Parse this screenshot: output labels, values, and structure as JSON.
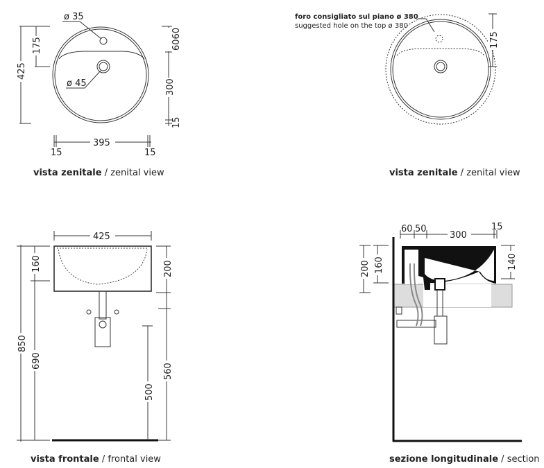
{
  "views": {
    "top_left": {
      "caption_bold": "vista zenitale",
      "caption_sep": " / ",
      "caption_en": "zenital view",
      "dims": {
        "overall_depth": "425",
        "tap_hole_offset": "175",
        "top_a": "60",
        "top_b": "60",
        "basin": "300",
        "rim": "15",
        "width": "395",
        "left_rim": "15",
        "right_rim": "15",
        "tap_hole": "ø 35",
        "drain": "ø 45"
      }
    },
    "top_right": {
      "caption_bold": "vista zenitale",
      "caption_sep": " / ",
      "caption_en": "zenital view",
      "note_it": "foro consigliato sul piano ø 380",
      "note_en": "suggested hole on the top ø 380",
      "dims": {
        "offset": "175"
      }
    },
    "bottom_left": {
      "caption_bold": "vista frontale",
      "caption_sep": " / ",
      "caption_en": "frontal view",
      "dims": {
        "width": "425",
        "total": "850",
        "basin_inner": "160",
        "floor_to_top": "690",
        "height": "200",
        "floor_to_drain": "560",
        "floor_to_trap": "500"
      }
    },
    "bottom_right": {
      "caption_bold": "sezione longitudinale",
      "caption_sep": " / ",
      "caption_en": "section",
      "dims": {
        "a": "60",
        "b": "50",
        "basin": "300",
        "rim": "15",
        "height": "200",
        "inner": "160",
        "right": "140"
      }
    }
  }
}
